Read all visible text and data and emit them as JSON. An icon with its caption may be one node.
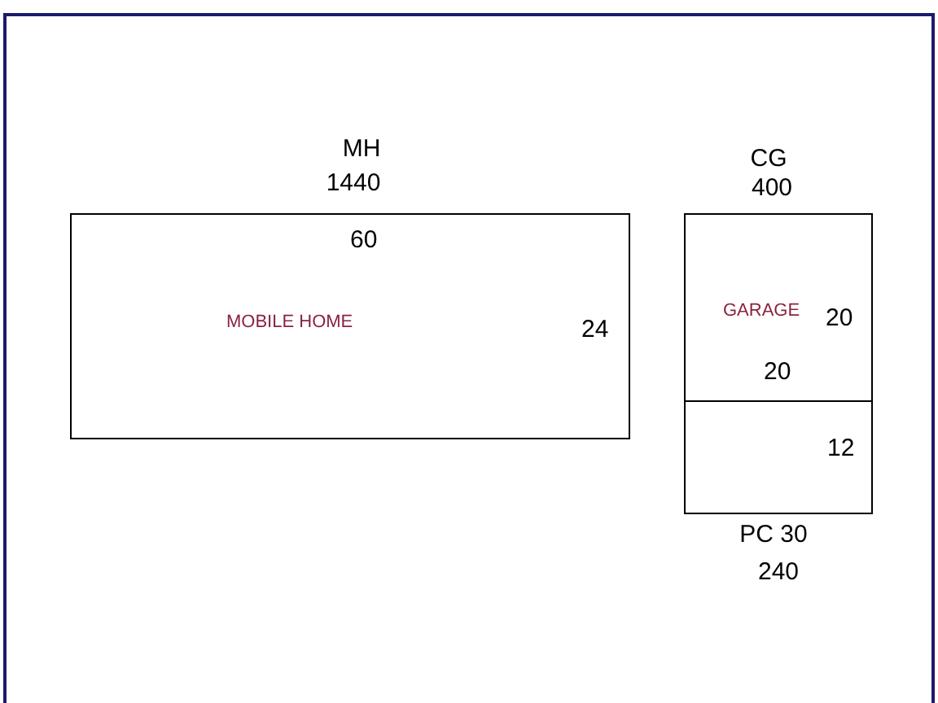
{
  "diagram": {
    "nodes": [
      {
        "text": [
          "60",
          "MOBILE HOME",
          "24"
        ],
        "beside": [
          "MH",
          "1440"
        ]
      },
      {
        "text": [
          "GARAGE",
          "20",
          "20"
        ],
        "beside": [
          "CG",
          "400"
        ]
      },
      {
        "text": [
          "12"
        ],
        "beside": [
          "PC 30",
          "240"
        ]
      }
    ]
  }
}
